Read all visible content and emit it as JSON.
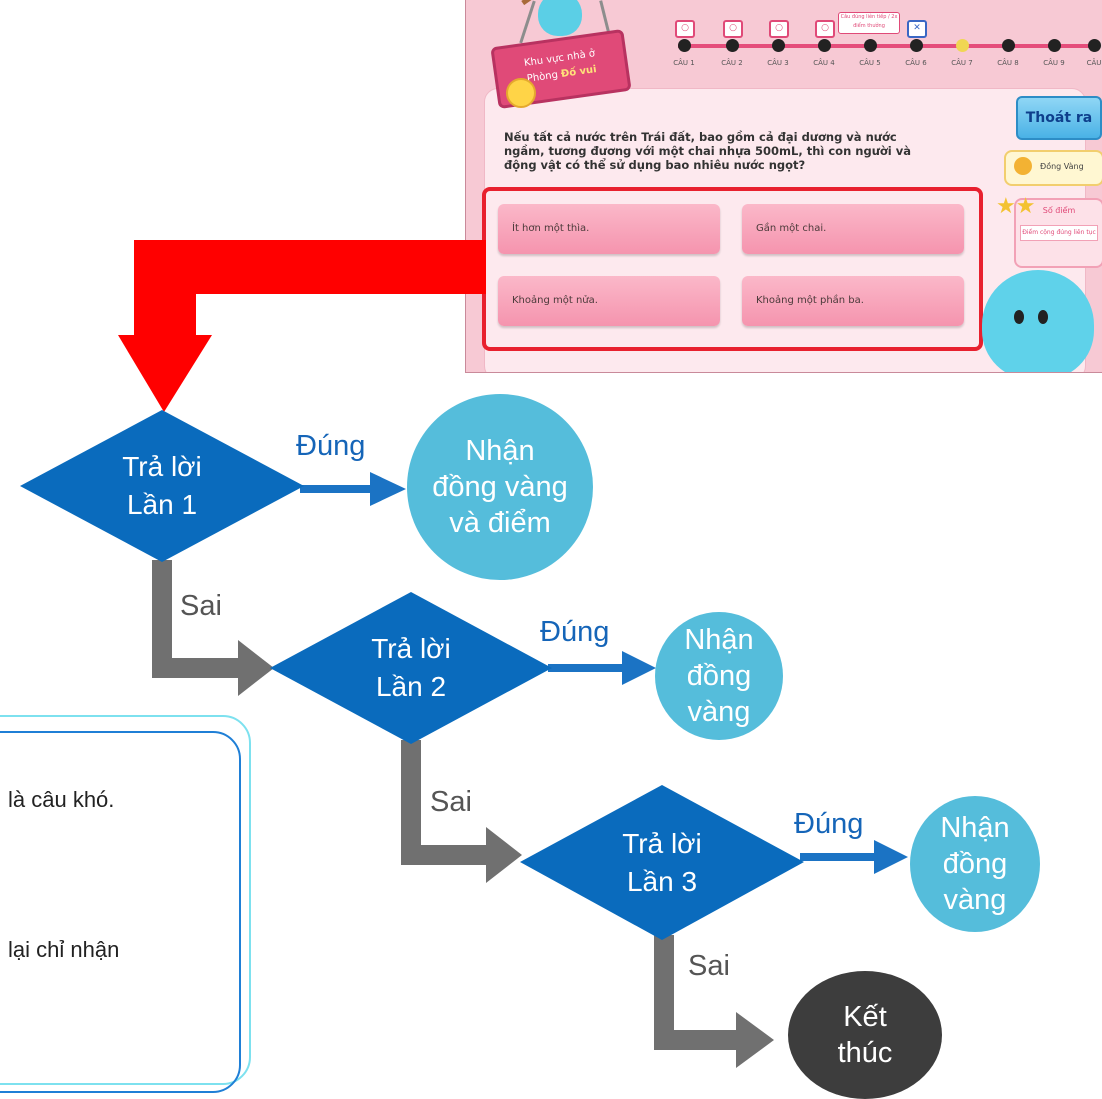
{
  "game": {
    "sign_line1": "Khu vực nhà ở",
    "sign_prefix": "Phòng",
    "sign_highlight": "Đố vui",
    "bonus_label": "Câu đúng liên tiếp / 2x điểm thưởng",
    "question_labels": [
      "CÂU 1",
      "CÂU 2",
      "CÂU 3",
      "CÂU 4",
      "CÂU 5",
      "CÂU 6",
      "CÂU 7",
      "CÂU 8",
      "CÂU 9",
      "CÂU"
    ],
    "question": "Nếu tất cả nước trên Trái đất, bao gồm cả đại dương và nước ngầm, tương đương với một chai nhựa 500mL, thì con người và động vật có thể sử dụng bao nhiêu nước ngọt?",
    "answers": [
      "Ít hơn một thìa.",
      "Gần một chai.",
      "Khoảng một nửa.",
      "Khoảng một phần ba."
    ],
    "exit_label": "Thoát ra",
    "coins_label": "Đồng Vàng",
    "score_label": "Số điểm",
    "bonus_points_label": "Điểm cộng đúng liên tục"
  },
  "flow": {
    "attempt1": "Trả lời\nLần 1",
    "attempt2": "Trả lời\nLần 2",
    "attempt3": "Trả lời\nLần 3",
    "correct": "Đúng",
    "wrong": "Sai",
    "reward1": "Nhận\nđồng vàng\nvà điểm",
    "reward2": "Nhận\nđồng\nvàng",
    "reward3": "Nhận\nđồng\nvàng",
    "end": "Kết\nthúc"
  },
  "notes": {
    "line1": "là câu khó.",
    "line2": "lại chỉ nhận"
  },
  "colors": {
    "arrow_red": "#ff0000",
    "diamond_blue": "#0a6bbd",
    "circle_blue": "#55bddb",
    "end_dark": "#3d3d3d",
    "gray_arrow": "#707070"
  }
}
